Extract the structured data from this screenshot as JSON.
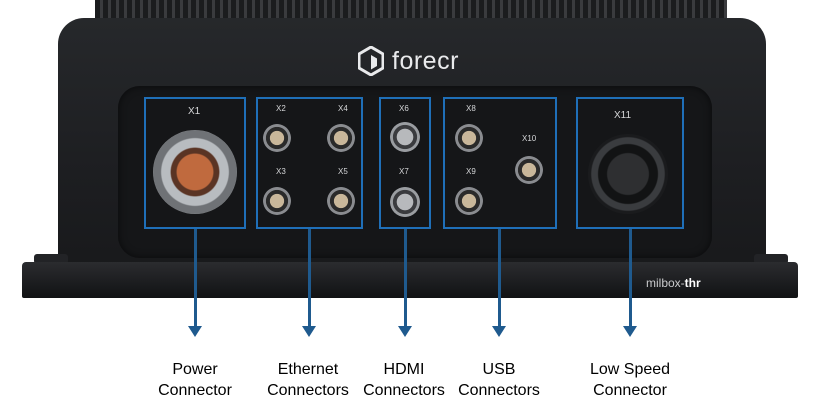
{
  "brand": {
    "name": "forecr",
    "model_prefix": "milbox-",
    "model_suffix": "thr"
  },
  "ports": {
    "x1": "X1",
    "x2": "X2",
    "x3": "X3",
    "x4": "X4",
    "x5": "X5",
    "x6": "X6",
    "x7": "X7",
    "x8": "X8",
    "x9": "X9",
    "x10": "X10",
    "x11": "X11"
  },
  "captions": {
    "power": [
      "Power",
      "Connector"
    ],
    "ethernet": [
      "Ethernet",
      "Connectors"
    ],
    "hdmi": [
      "HDMI",
      "Connectors"
    ],
    "usb": [
      "USB",
      "Connectors"
    ],
    "low_speed": [
      "Low Speed",
      "Connector"
    ]
  },
  "colors": {
    "highlight": "#1f6fb8",
    "arrow": "#1f5a8e",
    "caption_text": "#000000"
  }
}
